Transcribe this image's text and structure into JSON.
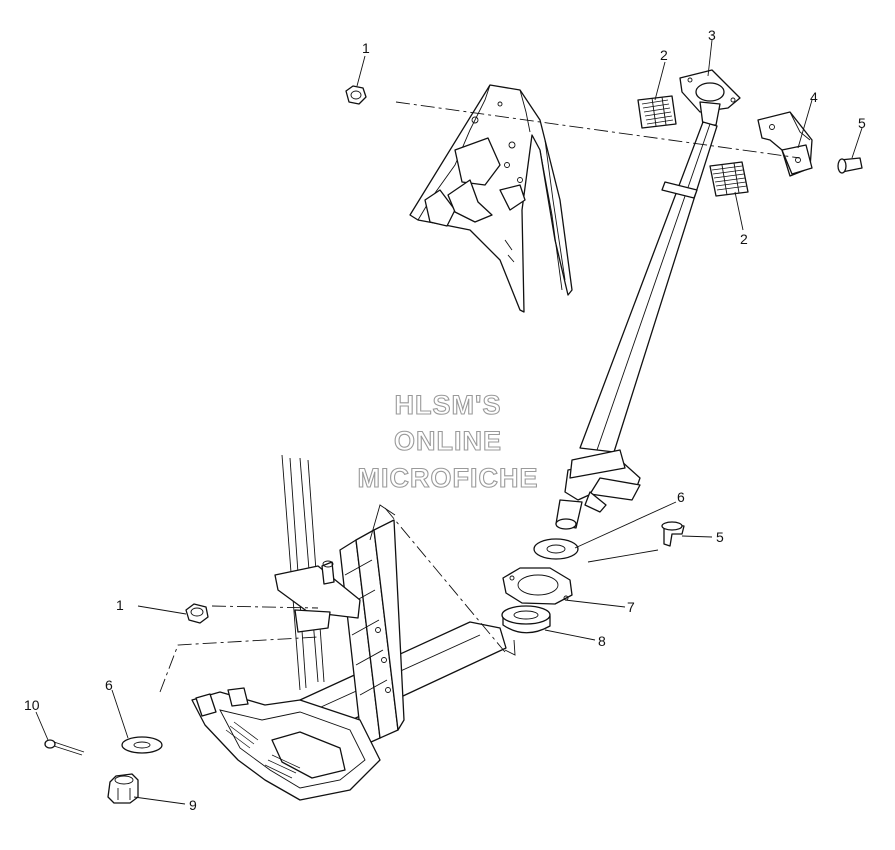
{
  "watermark": {
    "line1": "HLSM'S",
    "line2": "ONLINE",
    "line3": "MICROFICHE"
  },
  "callouts": [
    {
      "id": "c1a",
      "label": "1"
    },
    {
      "id": "c2a",
      "label": "2"
    },
    {
      "id": "c3",
      "label": "3"
    },
    {
      "id": "c4",
      "label": "4"
    },
    {
      "id": "c5a",
      "label": "5"
    },
    {
      "id": "c2b",
      "label": "2"
    },
    {
      "id": "c6a",
      "label": "6"
    },
    {
      "id": "c5b",
      "label": "5"
    },
    {
      "id": "c7",
      "label": "7"
    },
    {
      "id": "c8",
      "label": "8"
    },
    {
      "id": "c1b",
      "label": "1"
    },
    {
      "id": "c6b",
      "label": "6"
    },
    {
      "id": "c10",
      "label": "10"
    },
    {
      "id": "c9",
      "label": "9"
    }
  ]
}
